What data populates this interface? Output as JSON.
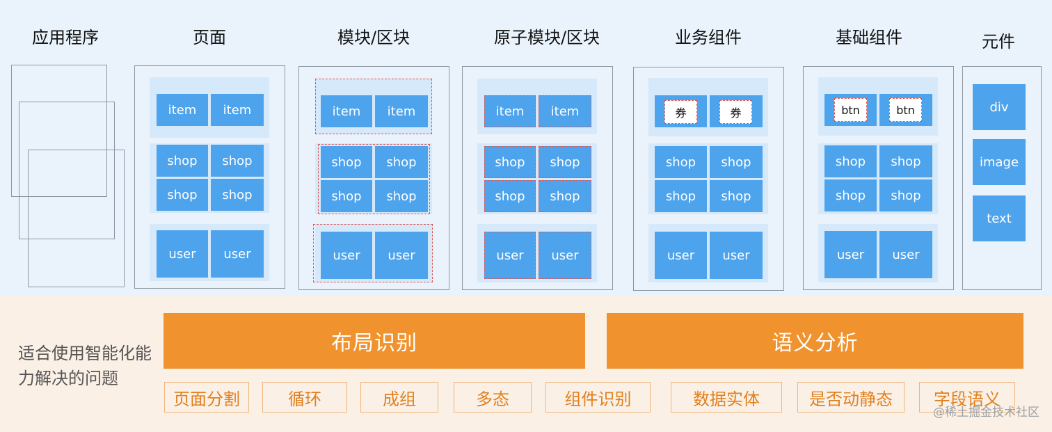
{
  "columns": [
    "应用程序",
    "页面",
    "模块/区块",
    "原子模块/区块",
    "业务组件",
    "基础组件",
    "元件"
  ],
  "tiles": {
    "item": "item",
    "shop": "shop",
    "user": "user",
    "coupon": "券",
    "btn": "btn"
  },
  "atoms": [
    "div",
    "image",
    "text"
  ],
  "bars": [
    "布局识别",
    "语义分析"
  ],
  "capabilities": [
    "页面分割",
    "循环",
    "成组",
    "多态",
    "组件识别",
    "数据实体",
    "是否动静态",
    "字段语义"
  ],
  "side_label": "适合使用智能化能力解决的问题",
  "watermark": "@稀土掘金技术社区",
  "colors": {
    "tile_blue": "#4da3ec",
    "band_blue": "#d6e9fb",
    "dashed_red": "#e0564e",
    "orange": "#f0922e",
    "bottom_bg": "#fbf0e6"
  }
}
